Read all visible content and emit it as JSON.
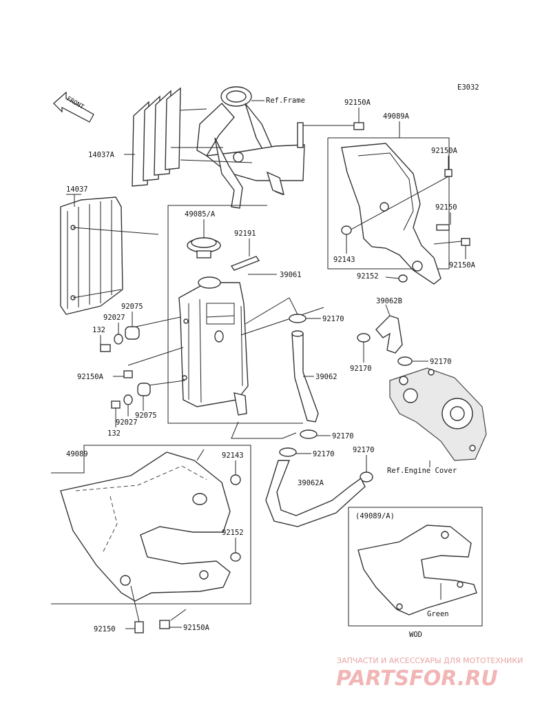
{
  "diagram_code": "E3032",
  "front_label": "FRONT",
  "callouts": {
    "ref_frame": "Ref.Frame",
    "p92150A_top": "92150A",
    "p49089A": "49089A",
    "p92150A_r1": "92150A",
    "p14037A": "14037A",
    "p92150_r": "92150",
    "p14037": "14037",
    "p49085A": "49085/A",
    "p92191": "92191",
    "p92143_r": "92143",
    "p92150A_r2": "92150A",
    "p39061": "39061",
    "p92152_r": "92152",
    "p39062B": "39062B",
    "p92075_a": "92075",
    "p92027_a": "92027",
    "p132_a": "132",
    "p92170_a": "92170",
    "p92170_b": "92170",
    "p92170_c": "92170",
    "p92150A_l": "92150A",
    "p39062": "39062",
    "p92027_b": "92027",
    "p92075_b": "92075",
    "p132_b": "132",
    "p92170_d": "92170",
    "p49089": "49089",
    "p92143_l": "92143",
    "p92170_e": "92170",
    "p92170_f": "92170",
    "ref_engine_cover": "Ref.Engine Cover",
    "p39062A": "39062A",
    "p92152_l": "92152",
    "p49089A_box": "(49089/A)",
    "green": "Green",
    "p92150_b": "92150",
    "p92150A_b": "92150A",
    "wod": "WOD"
  },
  "watermark": {
    "caption": "ЗАПЧАСТИ И АКСЕССУАРЫ ДЛЯ МОТОТЕХНИКИ",
    "brand": "PARTSFOR.RU"
  }
}
